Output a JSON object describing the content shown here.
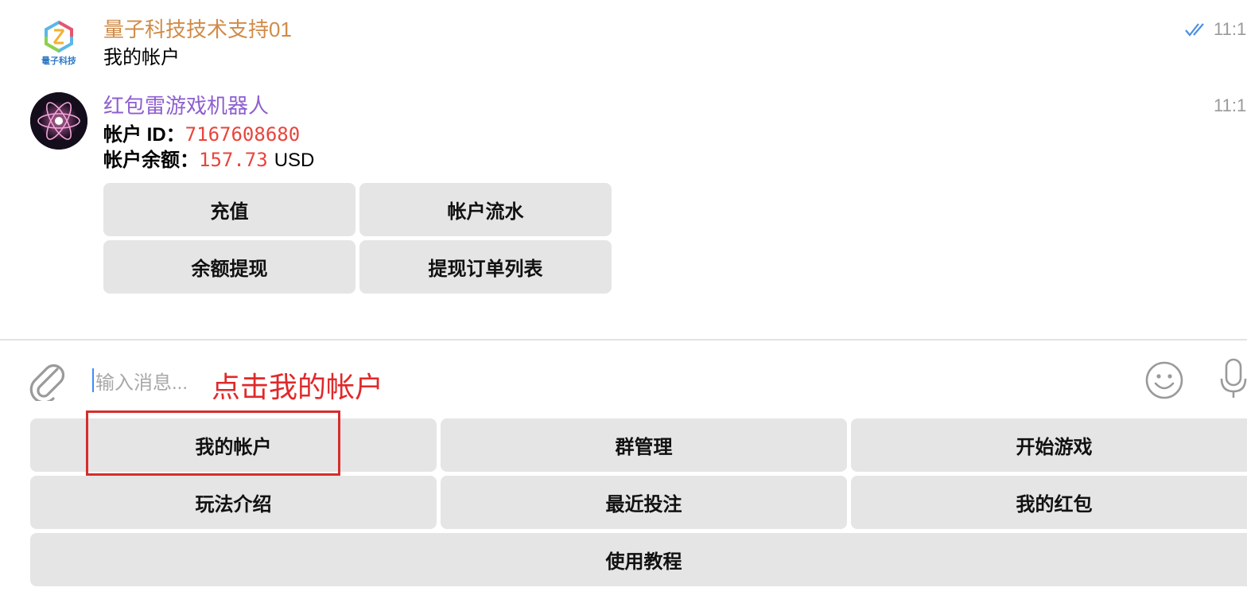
{
  "messages": [
    {
      "sender": "量子科技技术支持01",
      "sender_color": "#d08b48",
      "avatar_caption": "量子科技",
      "text": "我的帐户",
      "time": "11:1",
      "status_icon": "double-check-icon"
    },
    {
      "sender": "红包雷游戏机器人",
      "sender_color": "#8e5fd0",
      "time": "11:1",
      "account_id_label": "帐户 ID：",
      "account_id_value": "7167608680",
      "balance_label": "帐户余额：",
      "balance_value": "157.73",
      "balance_unit": "USD",
      "buttons": [
        [
          "充值",
          "帐户流水"
        ],
        [
          "余额提现",
          "提现订单列表"
        ]
      ]
    }
  ],
  "composer": {
    "placeholder": "输入消息...",
    "attach_icon": "paperclip-icon",
    "emoji_icon": "smiley-icon",
    "mic_icon": "microphone-icon"
  },
  "annotation": {
    "hint": "点击我的帐户",
    "color": "#e0292a"
  },
  "keyboard": {
    "rows": [
      [
        "我的帐户",
        "群管理",
        "开始游戏"
      ],
      [
        "玩法介绍",
        "最近投注",
        "我的红包"
      ],
      [
        "使用教程"
      ]
    ]
  },
  "colors": {
    "button_bg": "#e5e5e5",
    "accent_red": "#e8453c",
    "check_blue": "#4a90e2"
  }
}
